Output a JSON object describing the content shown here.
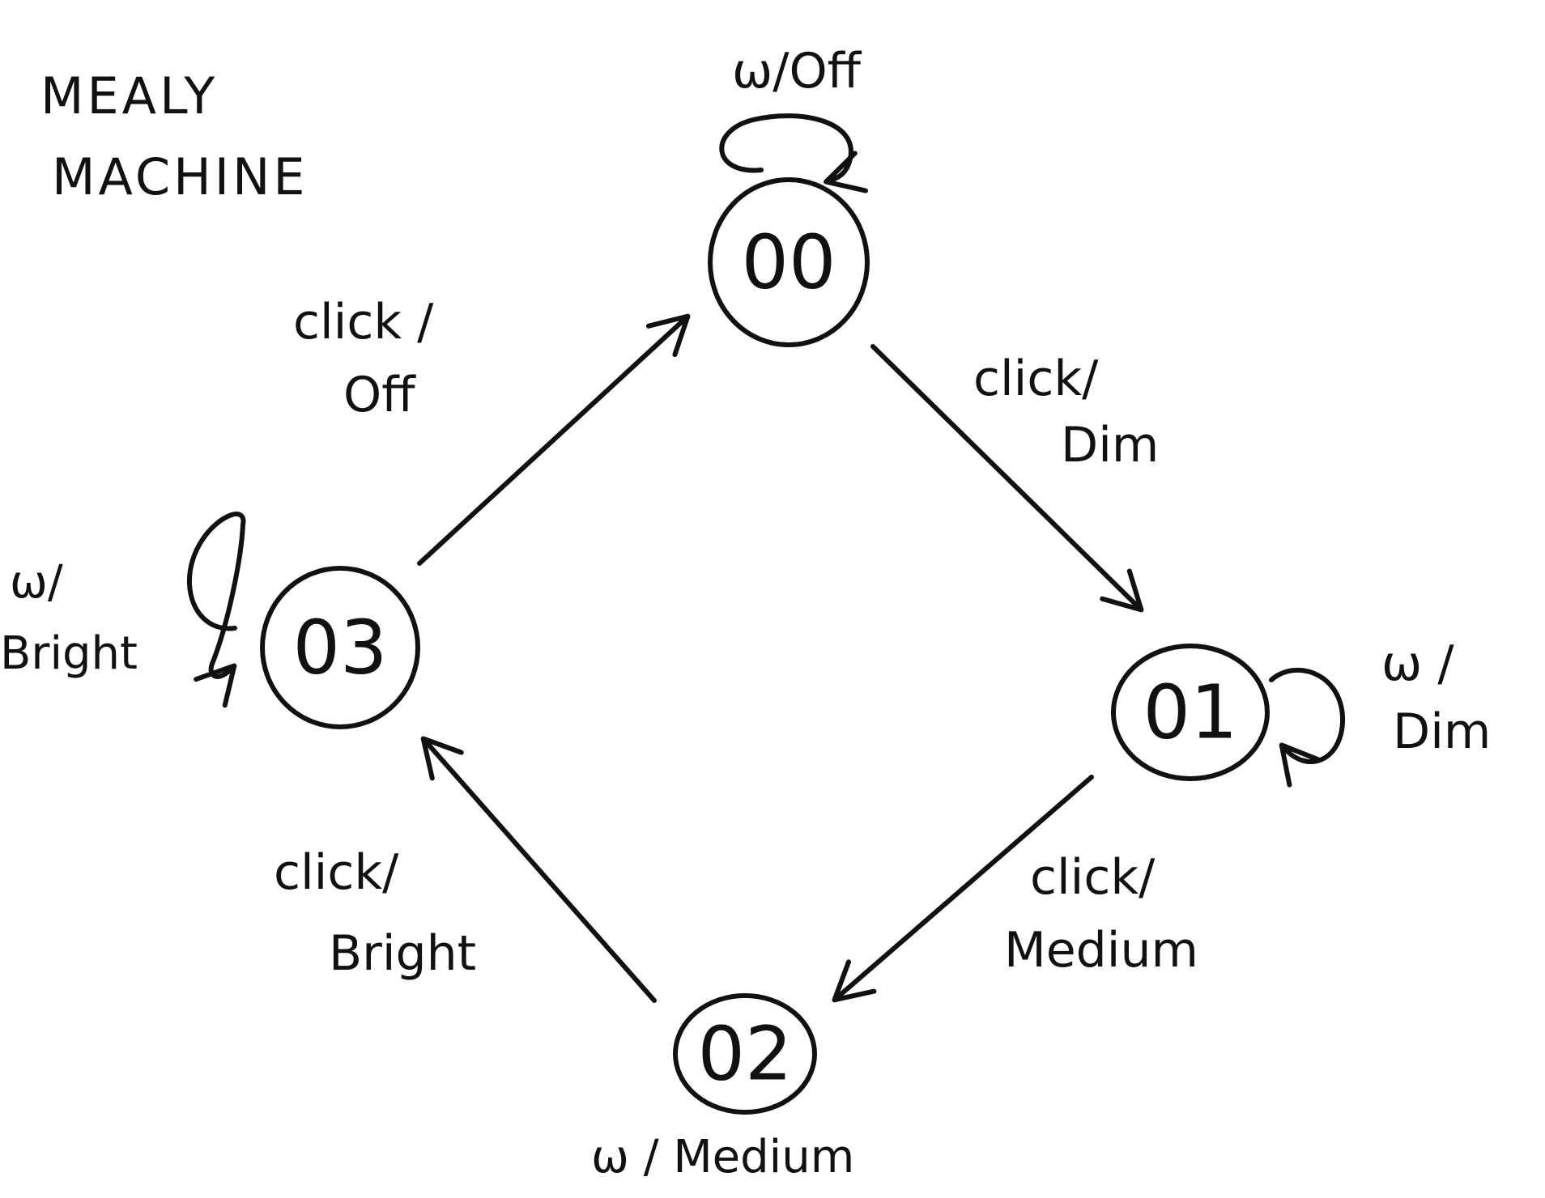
{
  "title": {
    "line1": "MEALY",
    "line2": "MACHINE"
  },
  "states": {
    "s00": "00",
    "s01": "01",
    "s02": "02",
    "s03": "03"
  },
  "transitions": {
    "t00_01": {
      "line1": "click/",
      "line2": "Dim"
    },
    "t01_02": {
      "line1": "click/",
      "line2": "Medium"
    },
    "t02_03": {
      "line1": "click/",
      "line2": "Bright"
    },
    "t03_00": {
      "line1": "click /",
      "line2": "Off"
    }
  },
  "self_loops": {
    "loop00": {
      "text": "ω/Off"
    },
    "loop01": {
      "line1": "ω /",
      "line2": "Dim"
    },
    "loop02": {
      "text": "ω / Medium"
    },
    "loop03": {
      "line1": "ω/",
      "line2": "Bright"
    }
  },
  "colors": {
    "ink": "#111111",
    "paper": "#ffffff"
  }
}
